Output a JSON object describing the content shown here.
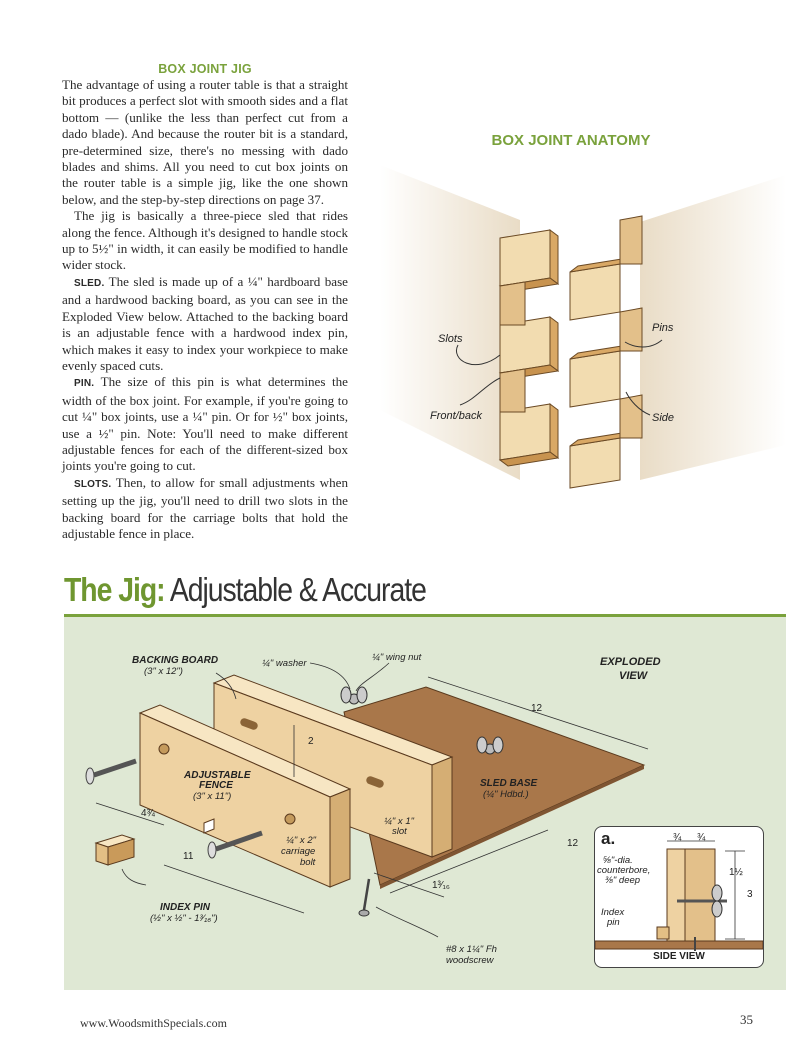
{
  "article": {
    "heading": "BOX JOINT JIG",
    "p1": "The advantage of using a router table is that a straight bit produces a perfect slot with smooth sides and a flat bottom — (unlike the less than perfect cut from a dado blade). And because the router bit is a standard, pre-determined size, there's no messing with dado blades and shims. All you need to cut box joints on the router table is a simple jig, like the one shown below, and the step-by-step directions on page 37.",
    "p2": "The jig is basically a three-piece sled that rides along the fence. Although it's designed to handle stock up to 5½\" in width, it can easily be modified to handle wider stock.",
    "p3_lead": "SLED.",
    "p3": " The sled is made up of a ¼\" hardboard base and a hardwood backing board, as you can see in the Exploded View below. Attached to the backing board is an adjustable fence with a hardwood index pin, which makes it easy to index your workpiece to make evenly spaced cuts.",
    "p4_lead": "PIN.",
    "p4": " The size of this pin is what determines the width of the box joint. For example, if you're going to cut ¼\" box joints, use a ¼\" pin. Or for ½\" box joints, use a ½\" pin. Note: You'll need to make different adjustable fences for each of the different-sized box joints you're going to cut.",
    "p5_lead": "SLOTS.",
    "p5": " Then, to allow for small adjustments when setting up the jig, you'll need to drill two slots in the backing board for the carriage bolts that hold the adjustable fence in place."
  },
  "anatomy": {
    "title": "BOX JOINT ANATOMY",
    "labels": {
      "slots": "Slots",
      "front_back": "Front/back",
      "pins": "Pins",
      "side": "Side"
    }
  },
  "jig": {
    "title_strong": "The Jig:",
    "title_light": "Adjustable & Accurate",
    "labels": {
      "backing_board": "BACKING BOARD",
      "backing_board_size": "(3\" x 12\")",
      "washer": "¼\" washer",
      "wing_nut": "¼\" wing nut",
      "exploded": "EXPLODED",
      "view": "VIEW",
      "adjustable": "ADJUSTABLE",
      "fence": "FENCE",
      "fence_size": "(3\" x 11\")",
      "sled_base": "SLED BASE",
      "sled_base_size": "(¼\" Hdbd.)",
      "slot_size": "¼\" x 1\"",
      "slot_word": "slot",
      "carriage_size": "¼\" x 2\"",
      "carriage_word": "carriage",
      "bolt_word": "bolt",
      "index_pin": "INDEX PIN",
      "index_pin_size": "(½\" x ½\" - 1³⁄₁₆\")",
      "screw": "#8 x 1¼\" Fh",
      "screw_word": "woodscrew"
    },
    "dims": {
      "d2": "2",
      "d12_top": "12",
      "d4_3_4": "4¾",
      "d11": "11",
      "d12_bottom": "12",
      "d1_3_16": "1³⁄₁₆"
    },
    "detail": {
      "letter": "a.",
      "d3_4_left": "¾",
      "d3_4_right": "¾",
      "counterbore1": "⅝\"-dia.",
      "counterbore2": "counterbore,",
      "counterbore3": "⅜\" deep",
      "index1": "Index",
      "index2": "pin",
      "d1_1_2": "1½",
      "d3": "3",
      "caption": "SIDE VIEW"
    }
  },
  "footer": {
    "url": "www.WoodsmithSpecials.com",
    "page": "35"
  },
  "colors": {
    "accent_green": "#7aa23c",
    "panel_green": "#dfe8d4",
    "wood": "#e6c28a",
    "hardboard": "#a9774a"
  }
}
